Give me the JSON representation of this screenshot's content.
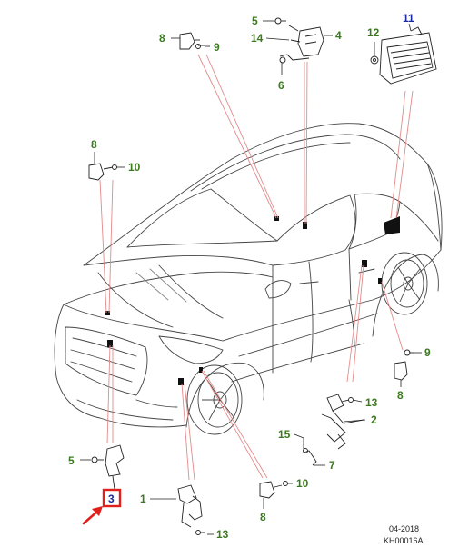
{
  "colors": {
    "callout_text": "#3a7a1e",
    "callout_accent": "#1a2a9a",
    "leader_red": "#e38a8a",
    "highlight_red": "#e0201a",
    "line": "#222222",
    "background": "#ffffff"
  },
  "callouts": [
    {
      "id": "c8-top",
      "text": "8"
    },
    {
      "id": "c9-top",
      "text": "9"
    },
    {
      "id": "c5-top",
      "text": "5"
    },
    {
      "id": "c14",
      "text": "14"
    },
    {
      "id": "c4",
      "text": "4"
    },
    {
      "id": "c6",
      "text": "6"
    },
    {
      "id": "c12",
      "text": "12"
    },
    {
      "id": "c11",
      "text": "11"
    },
    {
      "id": "c8-left",
      "text": "8"
    },
    {
      "id": "c10-left",
      "text": "10"
    },
    {
      "id": "c9-right",
      "text": "9"
    },
    {
      "id": "c8-right",
      "text": "8"
    },
    {
      "id": "c13-right",
      "text": "13"
    },
    {
      "id": "c2",
      "text": "2"
    },
    {
      "id": "c15",
      "text": "15"
    },
    {
      "id": "c7",
      "text": "7"
    },
    {
      "id": "c5-bottom",
      "text": "5"
    },
    {
      "id": "c3",
      "text": "3"
    },
    {
      "id": "c1",
      "text": "1"
    },
    {
      "id": "c13-bottom",
      "text": "13"
    },
    {
      "id": "c10-bottom",
      "text": "10"
    },
    {
      "id": "c8-bottom",
      "text": "8"
    }
  ],
  "footer": {
    "date": "04-2018",
    "code": "KH00016A"
  },
  "highlighted_item": "3"
}
